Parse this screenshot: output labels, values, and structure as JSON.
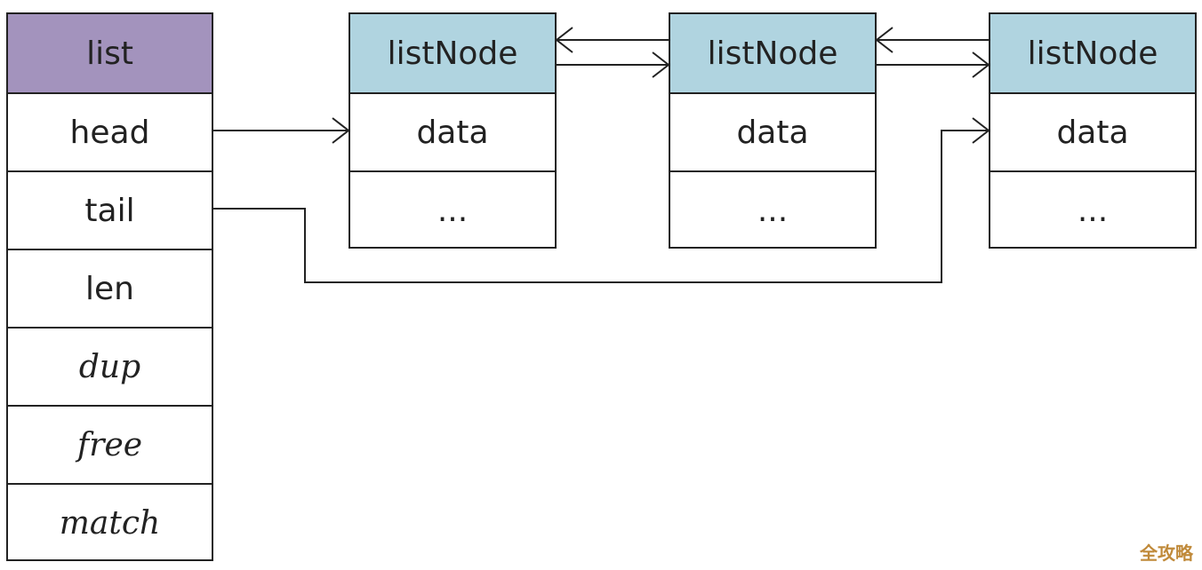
{
  "list": {
    "title": "list",
    "fields": [
      "head",
      "tail",
      "len",
      "dup",
      "free",
      "match"
    ]
  },
  "nodes": [
    {
      "title": "listNode",
      "data": "data",
      "more": "..."
    },
    {
      "title": "listNode",
      "data": "data",
      "more": "..."
    },
    {
      "title": "listNode",
      "data": "data",
      "more": "..."
    }
  ],
  "colors": {
    "list_header": "#a393bd",
    "node_header": "#b0d4e0",
    "line": "#222222"
  },
  "watermark": "全攻略"
}
